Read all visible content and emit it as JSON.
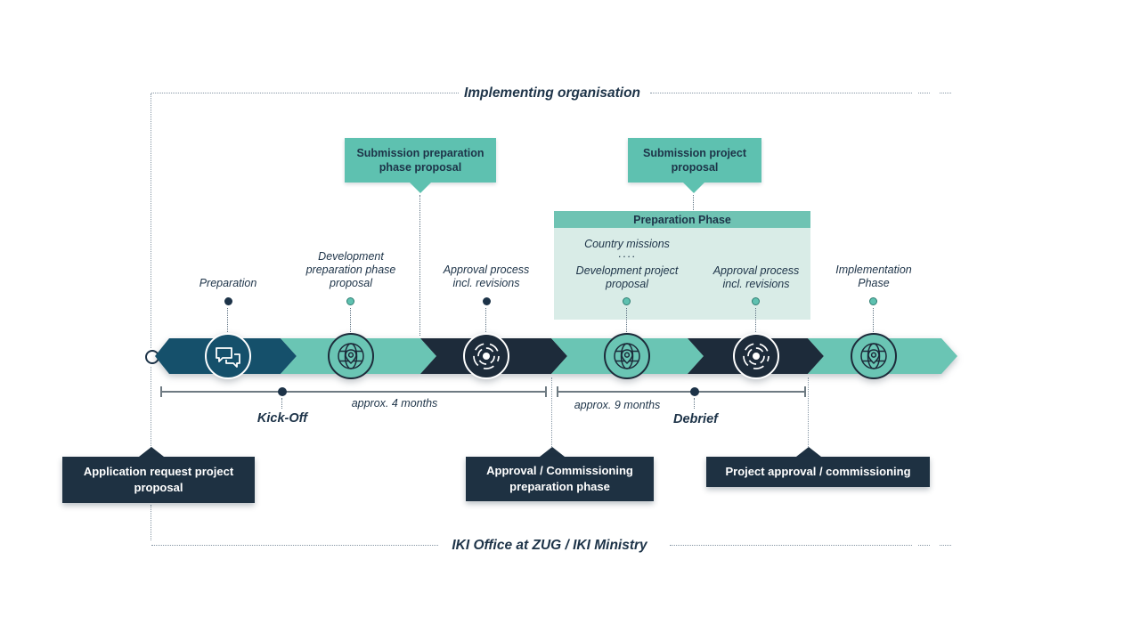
{
  "title_top": "Implementing organisation",
  "title_bottom": "IKI Office at ZUG / IKI Ministry",
  "callouts": {
    "prep_phase": "Submission preparation phase proposal",
    "project": "Submission project proposal"
  },
  "panel": {
    "title": "Preparation Phase",
    "country_missions": "Country missions",
    "dots": "····",
    "dev_project": "Development project proposal",
    "approval": "Approval process incl. revisions"
  },
  "stages": {
    "preparation": "Preparation",
    "dev_prep": "Development preparation phase proposal",
    "approval": "Approval process incl. revisions",
    "implementation": "Implementation Phase"
  },
  "measures": {
    "m1_duration": "approx. 4 months",
    "m1_milestone": "Kick-Off",
    "m2_duration": "approx. 9 months",
    "m2_milestone": "Debrief"
  },
  "boxes": {
    "application": "Application request project proposal",
    "approval_commissioning": "Approval / Commissioning preparation phase",
    "project_approval": "Project approval / commissioning"
  },
  "timeline_icons": [
    "chat-icon",
    "globe-icon",
    "target-icon",
    "globe-icon",
    "target-icon",
    "globe-icon"
  ],
  "colors": {
    "petrol_blue": "#15506b",
    "teal": "#6ac5b4",
    "dark_navy_band": "#1d2b3a",
    "callout_green": "#5ec1b0",
    "panel_header_green": "#6fc3b3",
    "panel_body_green": "#d9ece7",
    "text_navy": "#1d3348",
    "box_navy": "#1e3142",
    "measure_gray": "#6e7a82"
  }
}
